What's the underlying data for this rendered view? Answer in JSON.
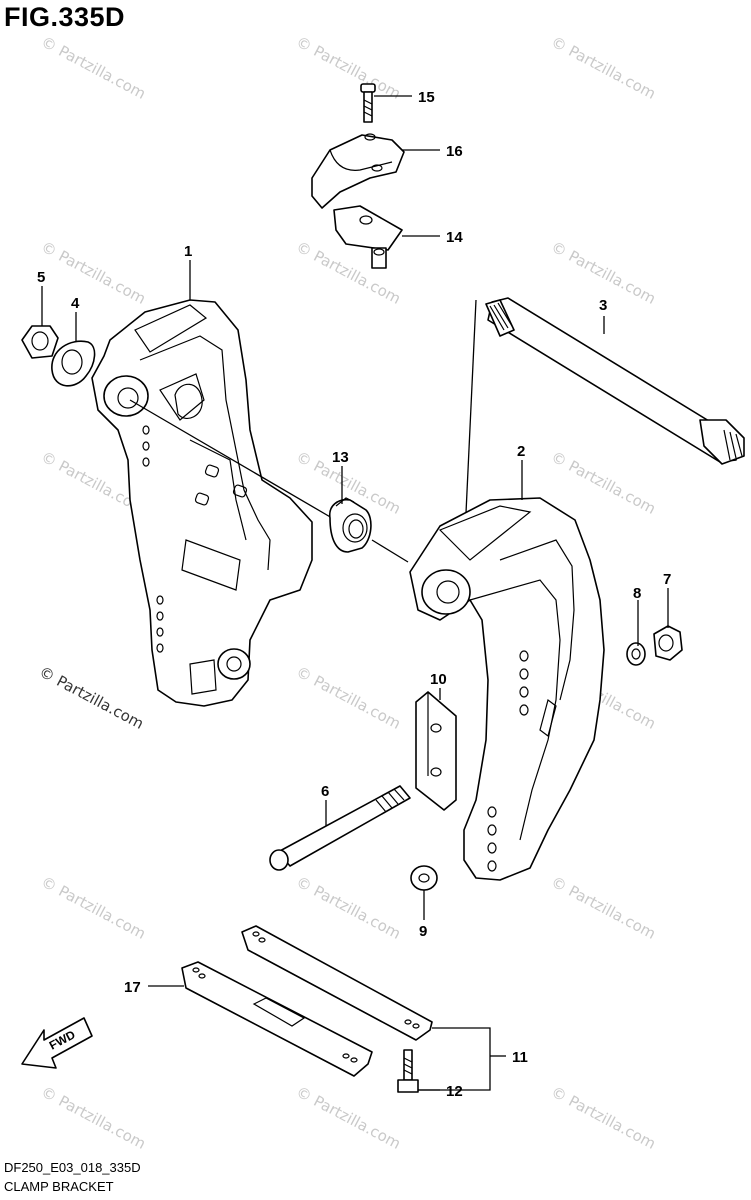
{
  "figure": {
    "title": "FIG.335D",
    "code": "DF250_E03_018_335D",
    "name": "CLAMP BRACKET"
  },
  "watermark": {
    "text": "© Partzilla.com"
  },
  "direction_label": "FWD",
  "callouts": {
    "c1": "1",
    "c2": "2",
    "c3": "3",
    "c4": "4",
    "c5": "5",
    "c6": "6",
    "c7": "7",
    "c8": "8",
    "c9": "9",
    "c10": "10",
    "c11": "11",
    "c12": "12",
    "c13": "13",
    "c14": "14",
    "c15": "15",
    "c16": "16",
    "c17": "17"
  }
}
